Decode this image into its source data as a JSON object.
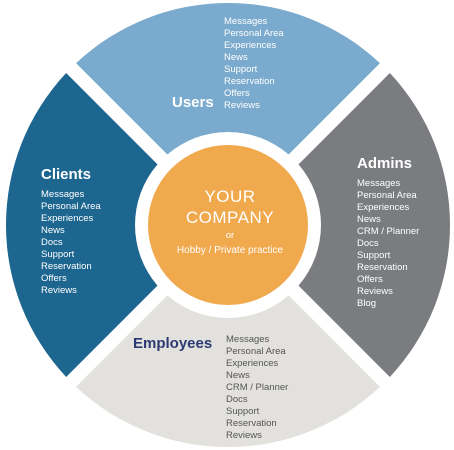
{
  "colors": {
    "users": "#7aaacd",
    "admins": "#7a7c80",
    "employees": "#e2e1dd",
    "clients": "#1d6690",
    "center": "#f1a94e",
    "text_white": "#ffffff",
    "employees_title": "#2c3a73",
    "employees_text": "#555555"
  },
  "center": {
    "title_line1": "YOUR",
    "title_line2": "COMPANY",
    "or": "or",
    "subtitle": "Hobby / Private practice"
  },
  "segments": {
    "users": {
      "title": "Users",
      "items": [
        "Messages",
        "Personal Area",
        "Experiences",
        "News",
        "Support",
        "Reservation",
        "Offers",
        "Reviews"
      ]
    },
    "admins": {
      "title": "Admins",
      "items": [
        "Messages",
        "Personal Area",
        "Experiences",
        "News",
        "CRM / Planner",
        "Docs",
        "Support",
        "Reservation",
        "Offers",
        "Reviews",
        "Blog"
      ]
    },
    "employees": {
      "title": "Employees",
      "items": [
        "Messages",
        "Personal Area",
        "Experiences",
        "News",
        "CRM / Planner",
        "Docs",
        "Support",
        "Reservation",
        "Reviews"
      ]
    },
    "clients": {
      "title": "Clients",
      "items": [
        "Messages",
        "Personal Area",
        "Experiences",
        "News",
        "Docs",
        "Support",
        "Reservation",
        "Offers",
        "Reviews"
      ]
    }
  }
}
